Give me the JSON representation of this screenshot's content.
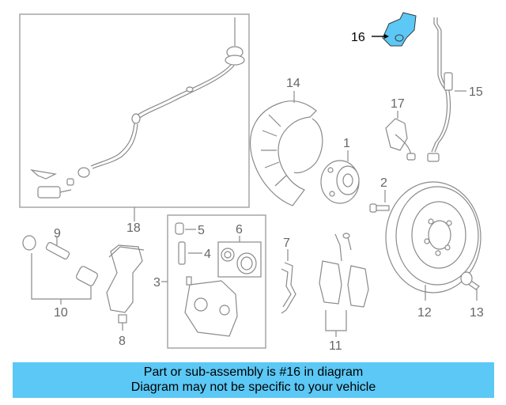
{
  "diagram": {
    "highlight_color": "#5bc8f5",
    "labels": [
      "1",
      "2",
      "3",
      "4",
      "5",
      "6",
      "7",
      "8",
      "9",
      "10",
      "11",
      "12",
      "13",
      "14",
      "15",
      "16",
      "17",
      "18"
    ]
  },
  "banner": {
    "line1": "Part or sub-assembly is #16 in diagram",
    "line2": "Diagram may not be specific to your vehicle",
    "bg": "#5bc8f5"
  }
}
